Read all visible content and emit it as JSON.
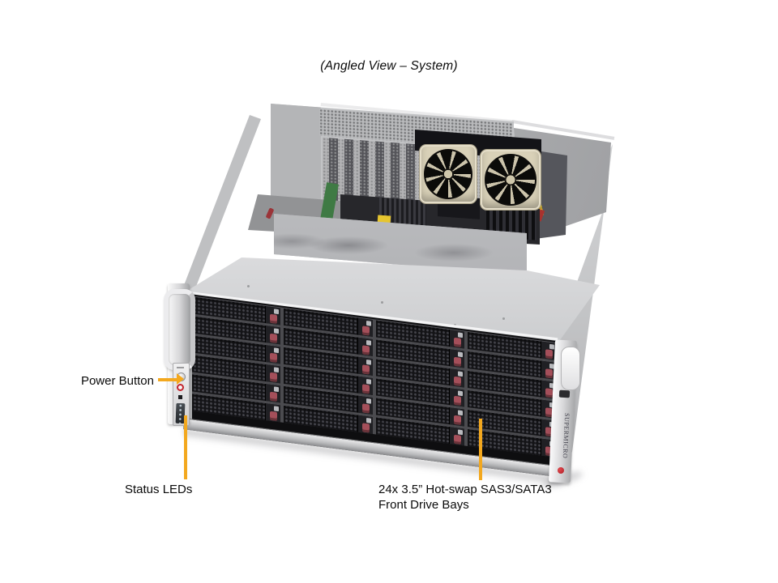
{
  "title": "(Angled View – System)",
  "callouts": {
    "power_button": {
      "label": "Power Button"
    },
    "status_leds": {
      "label": "Status LEDs"
    },
    "drive_bays": {
      "line1": "24x 3.5” Hot-swap SAS3/SATA3",
      "line2": "Front Drive Bays"
    }
  },
  "server": {
    "brand": "SUPERMICRO",
    "drive_grid": {
      "rows": 6,
      "columns": 4
    },
    "colors": {
      "accent_callout": "#F3A81E",
      "chassis_silver": "#CDCED0",
      "tray_black": "#141417",
      "latch_red": "#A44F5A",
      "fan_beige": "#D9D1B8",
      "logo_red": "#C4262D"
    }
  }
}
